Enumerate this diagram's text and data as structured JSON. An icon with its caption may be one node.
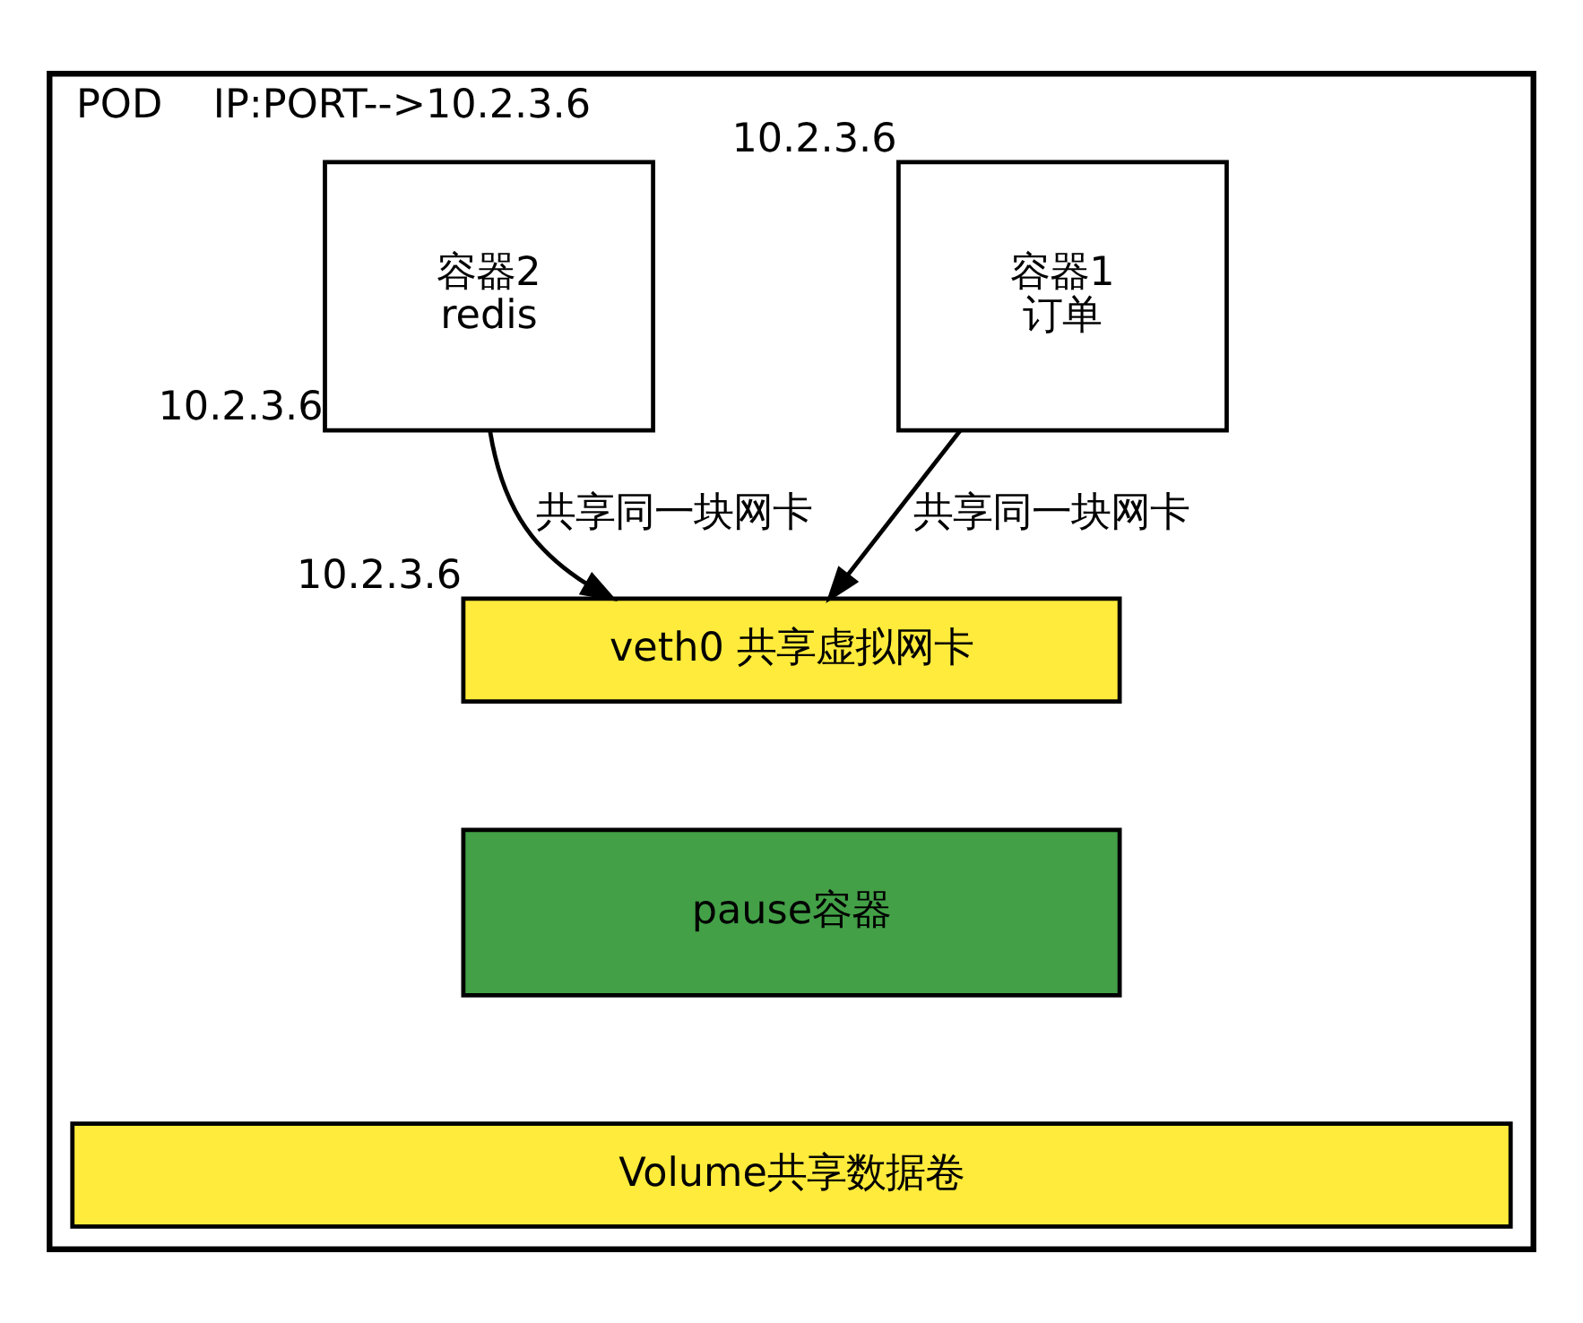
{
  "diagram": {
    "nodes": [
      {
        "text": [
          "POD    IP:PORT-->10.2.3.6"
        ]
      },
      {
        "text": [
          "容器1",
          "订单"
        ],
        "beside": [
          "10.2.3.6"
        ],
        "in": 0
      },
      {
        "text": [
          "容器2",
          "redis"
        ],
        "beside": [
          "10.2.3.6"
        ],
        "in": 0
      },
      {
        "text": [
          "veth0 共享虚拟网卡"
        ],
        "beside": [
          "10.2.3.6"
        ],
        "in": 0
      },
      {
        "text": [
          "pause容器"
        ],
        "in": 0
      },
      {
        "text": [
          "Volume共享数据卷"
        ],
        "in": 0
      }
    ],
    "edges": [
      {
        "from": 1,
        "to": 3,
        "arrow": "to",
        "label": "共享同一块网卡"
      },
      {
        "from": 2,
        "to": 3,
        "arrow": "to",
        "label": "共享同一块网卡"
      }
    ]
  }
}
